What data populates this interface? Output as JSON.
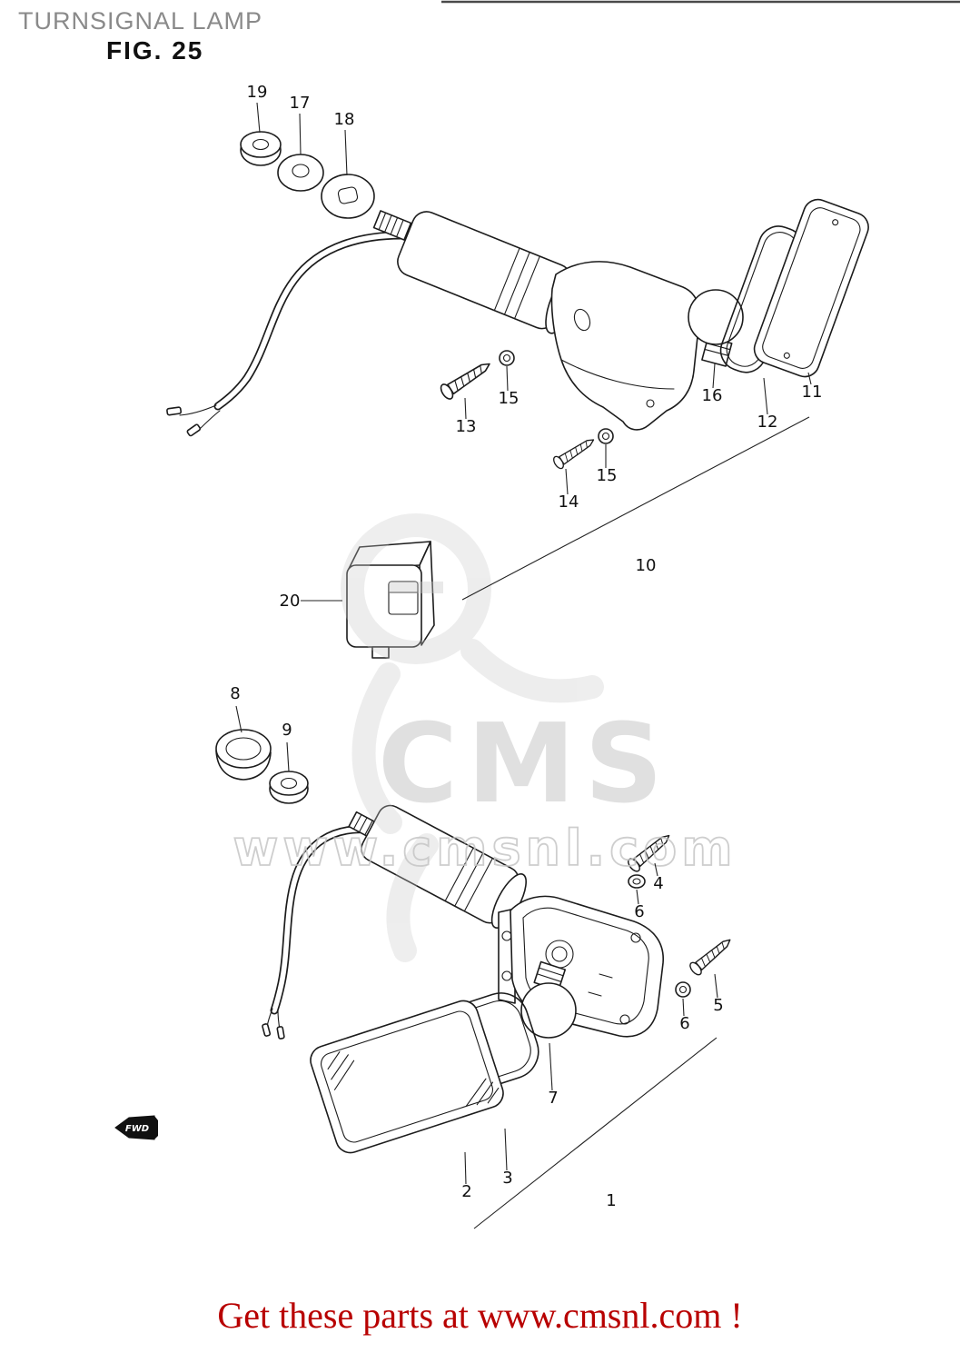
{
  "page": {
    "title": "TURNSIGNAL LAMP",
    "figure": "FIG. 25"
  },
  "fwd_label": "FWD",
  "watermark": {
    "brand": "CMS",
    "url": "www.cmsnl.com"
  },
  "footer": {
    "text": "Get these parts at www.cmsnl.com !"
  },
  "callouts": {
    "c1": "1",
    "c2": "2",
    "c3": "3",
    "c4": "4",
    "c5": "5",
    "c6a": "6",
    "c6b": "6",
    "c7": "7",
    "c8": "8",
    "c9": "9",
    "c10": "10",
    "c11": "11",
    "c12": "12",
    "c13": "13",
    "c14": "14",
    "c15a": "15",
    "c15b": "15",
    "c16": "16",
    "c17": "17",
    "c18": "18",
    "c19": "19",
    "c20": "20"
  },
  "colors": {
    "line": "#1c1c1c",
    "title_gray": "#8a8a8a",
    "footer_red": "#b80000",
    "watermark_gray": "#c9c9c9"
  }
}
